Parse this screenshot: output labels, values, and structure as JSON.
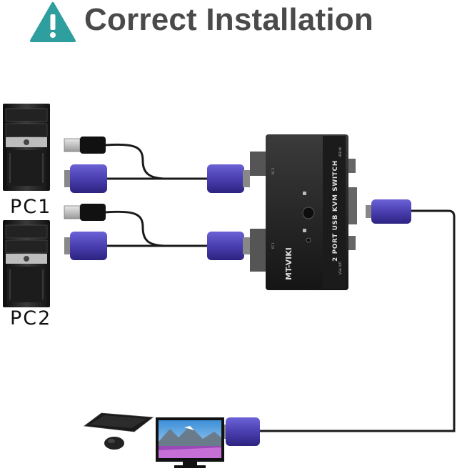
{
  "header": {
    "title": "Correct Installation",
    "icon": "warning-icon"
  },
  "computers": [
    {
      "label": "PC1"
    },
    {
      "label": "PC2"
    }
  ],
  "kvm_switch": {
    "brand": "MT-VIKI",
    "model": "2 PORT USB KVM SWITCH",
    "port_pc1": "PC 1",
    "port_pc2": "PC 2",
    "port_vga_out": "VGA OUT",
    "port_usb_in": "USB IN"
  },
  "colors": {
    "accent": "#2f9e9e",
    "title": "#4a4a4a",
    "vga_connector": "#4a3fb0",
    "cable": "#1a1a1a",
    "switch_body": "#2a2a2a"
  }
}
